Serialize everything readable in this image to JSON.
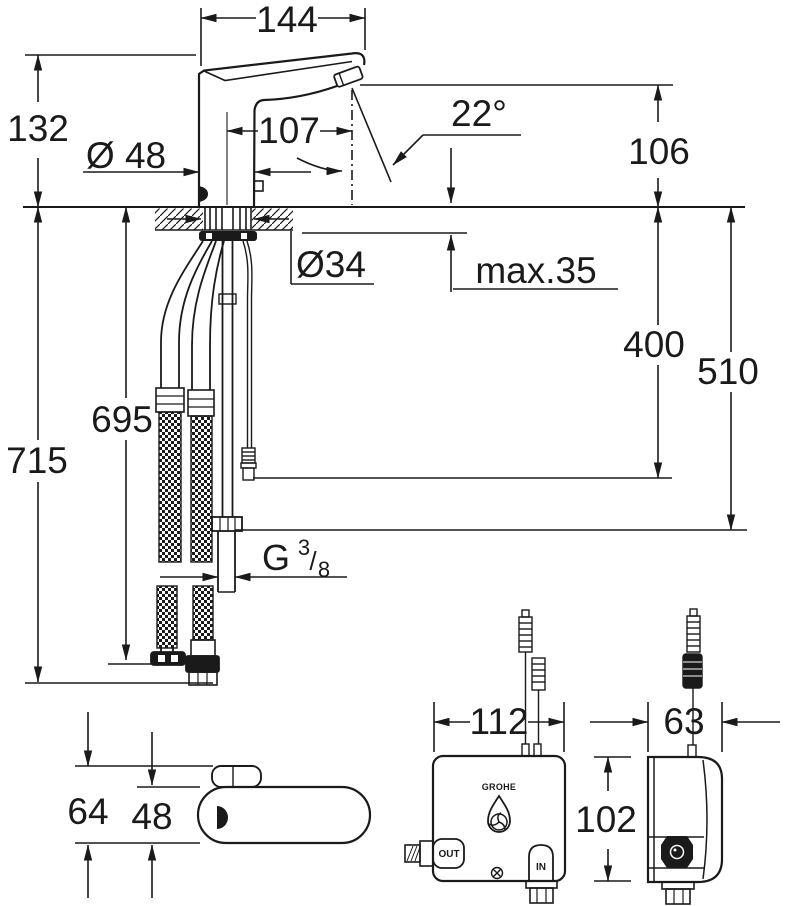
{
  "drawing": {
    "product": "sensor-faucet-installation-diagram",
    "brand": "GROHE",
    "line_color": "#1a1a1a",
    "bg_color": "#ffffff",
    "labels": {
      "overall_length": "144",
      "body_height": "132",
      "base_diameter": "Ø 48",
      "spout_reach": "107",
      "stream_angle": "22°",
      "outlet_height": "106",
      "hole_diameter": "Ø34",
      "max_deck": "max.35",
      "cable_drop": "400",
      "valve_drop": "510",
      "hose_length_a": "695",
      "hose_length_b": "715",
      "thread_g": "G",
      "thread_num": "3",
      "thread_slash": "/",
      "thread_den": "8",
      "box_width": "112",
      "box_depth": "63",
      "top_view_height": "64",
      "top_view_width": "48",
      "box_height": "102",
      "out_port": "OUT",
      "in_port": "IN"
    }
  }
}
